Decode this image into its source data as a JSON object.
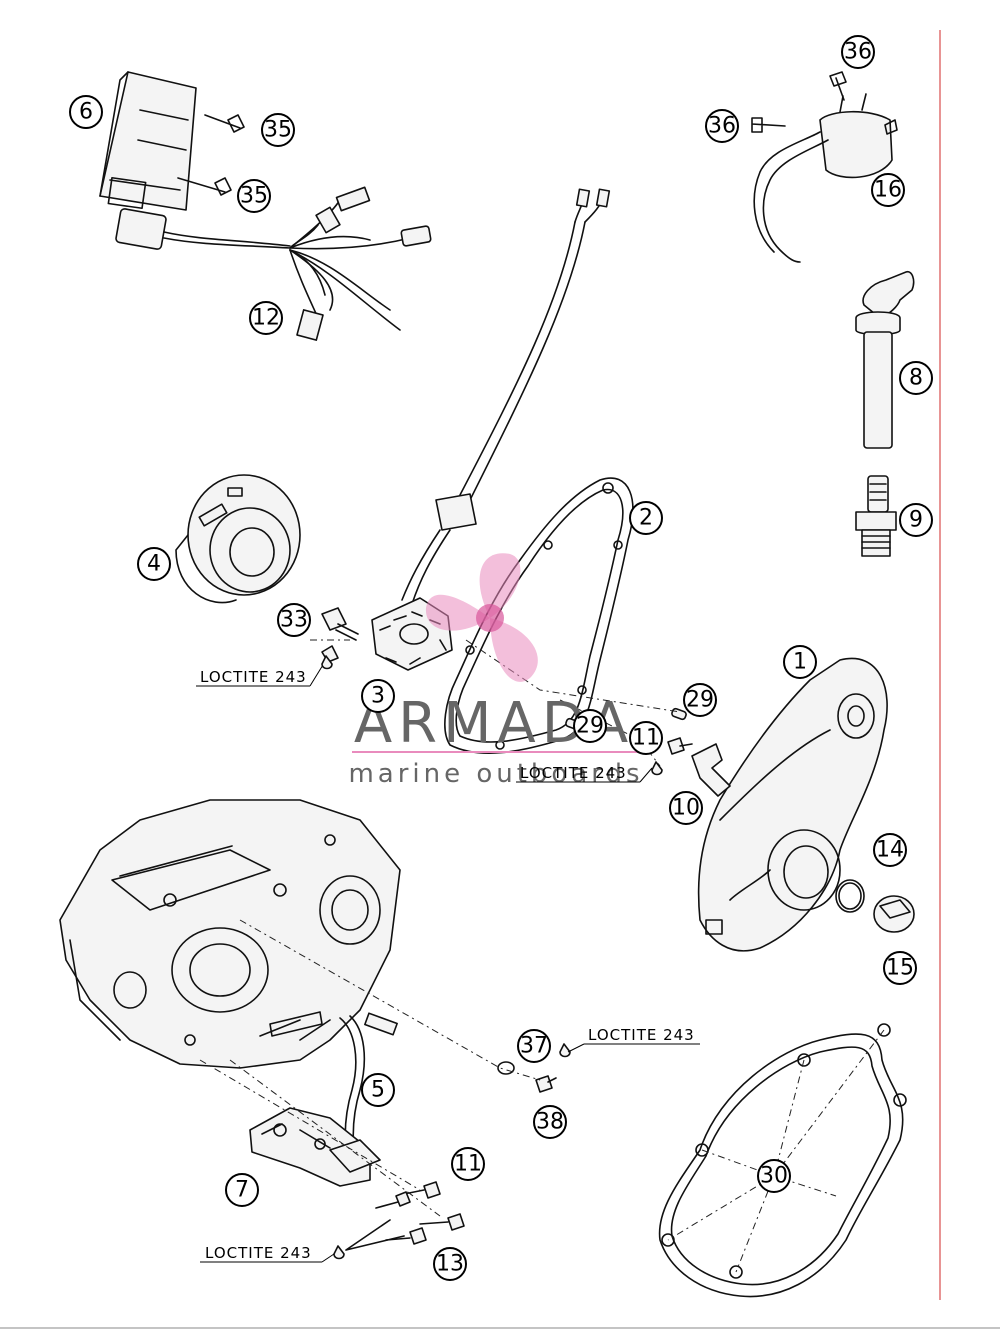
{
  "diagram": {
    "part_numbers": [
      "1",
      "2",
      "3",
      "4",
      "5",
      "6",
      "7",
      "8",
      "9",
      "10",
      "11",
      "11",
      "12",
      "13",
      "14",
      "15",
      "16",
      "29",
      "29",
      "30",
      "33",
      "35",
      "35",
      "36",
      "36",
      "37",
      "38"
    ],
    "callouts": [
      {
        "id": "c6",
        "label": "6"
      },
      {
        "id": "c35a",
        "label": "35"
      },
      {
        "id": "c35b",
        "label": "35"
      },
      {
        "id": "c12",
        "label": "12"
      },
      {
        "id": "c36a",
        "label": "36"
      },
      {
        "id": "c36b",
        "label": "36"
      },
      {
        "id": "c16",
        "label": "16"
      },
      {
        "id": "c8",
        "label": "8"
      },
      {
        "id": "c9",
        "label": "9"
      },
      {
        "id": "c2",
        "label": "2"
      },
      {
        "id": "c4",
        "label": "4"
      },
      {
        "id": "c33",
        "label": "33"
      },
      {
        "id": "c3",
        "label": "3"
      },
      {
        "id": "c29a",
        "label": "29"
      },
      {
        "id": "c29b",
        "label": "29"
      },
      {
        "id": "c11a",
        "label": "11"
      },
      {
        "id": "c10",
        "label": "10"
      },
      {
        "id": "c1",
        "label": "1"
      },
      {
        "id": "c14",
        "label": "14"
      },
      {
        "id": "c15",
        "label": "15"
      },
      {
        "id": "c37",
        "label": "37"
      },
      {
        "id": "c38",
        "label": "38"
      },
      {
        "id": "c5",
        "label": "5"
      },
      {
        "id": "c11b",
        "label": "11"
      },
      {
        "id": "c7",
        "label": "7"
      },
      {
        "id": "c13",
        "label": "13"
      },
      {
        "id": "c30",
        "label": "30"
      }
    ],
    "loctite_notes": [
      {
        "id": "l1",
        "text": "LOCTITE 243"
      },
      {
        "id": "l2",
        "text": "LOCTITE 243"
      },
      {
        "id": "l3",
        "text": "LOCTITE 243"
      },
      {
        "id": "l4",
        "text": "LOCTITE 243"
      }
    ]
  },
  "watermark": {
    "brand": "ARMADA",
    "tagline": "marine outboards",
    "color": "#e98bbd"
  }
}
